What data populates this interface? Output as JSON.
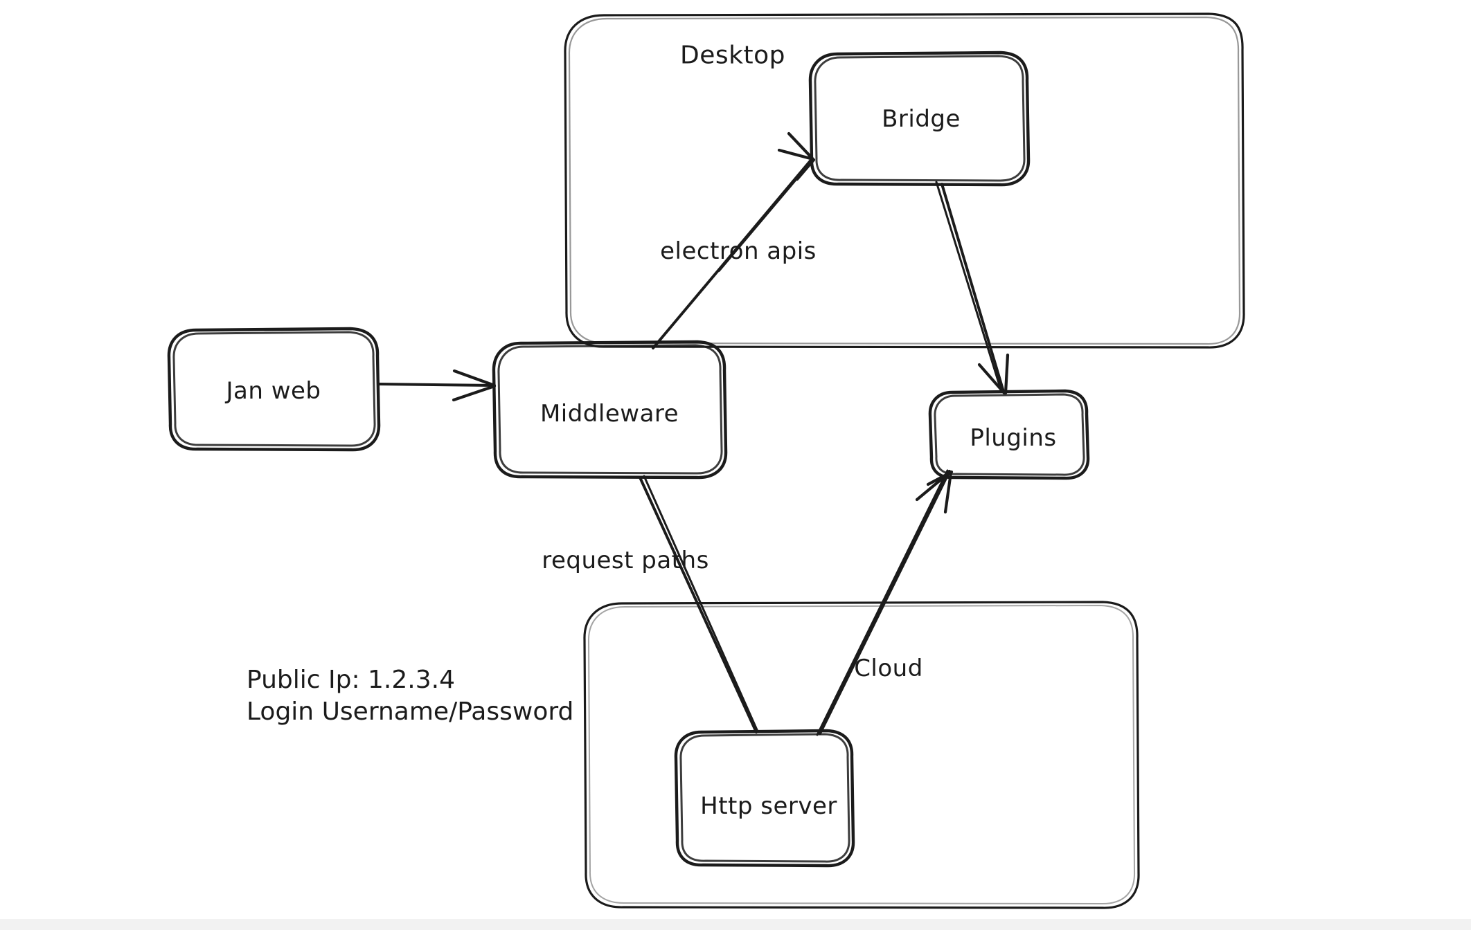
{
  "diagram": {
    "title": "Jan architecture sketch",
    "style": "hand-drawn whiteboard",
    "background_color": "#ffffff",
    "stroke_color": "#1b1b1b",
    "groups": [
      {
        "id": "desktop",
        "label": "Desktop"
      },
      {
        "id": "cloud",
        "label": ""
      }
    ],
    "nodes": [
      {
        "id": "jan-web",
        "label": "Jan web"
      },
      {
        "id": "middleware",
        "label": "Middleware"
      },
      {
        "id": "bridge",
        "label": "Bridge"
      },
      {
        "id": "plugins",
        "label": "Plugins"
      },
      {
        "id": "http-server",
        "label": "Http server"
      }
    ],
    "edges": [
      {
        "id": "janweb-to-middleware",
        "from": "jan-web",
        "to": "middleware",
        "label": "",
        "arrow": "end"
      },
      {
        "id": "middleware-to-bridge",
        "from": "middleware",
        "to": "bridge",
        "label": "electron apis",
        "arrow": "end"
      },
      {
        "id": "bridge-to-plugins",
        "from": "bridge",
        "to": "plugins",
        "label": "",
        "arrow": "end"
      },
      {
        "id": "middleware-to-httpserver",
        "from": "middleware",
        "to": "http-server",
        "label": "request paths",
        "arrow": "none"
      },
      {
        "id": "httpserver-to-plugins",
        "from": "http-server",
        "to": "plugins",
        "label": "Cloud",
        "arrow": "end"
      }
    ],
    "edge_labels": {
      "electron_apis": "electron apis",
      "request_paths": "request paths",
      "cloud": "Cloud"
    },
    "notes": {
      "public_ip": "Public Ip: 1.2.3.4",
      "login": "Login Username/Password"
    }
  }
}
